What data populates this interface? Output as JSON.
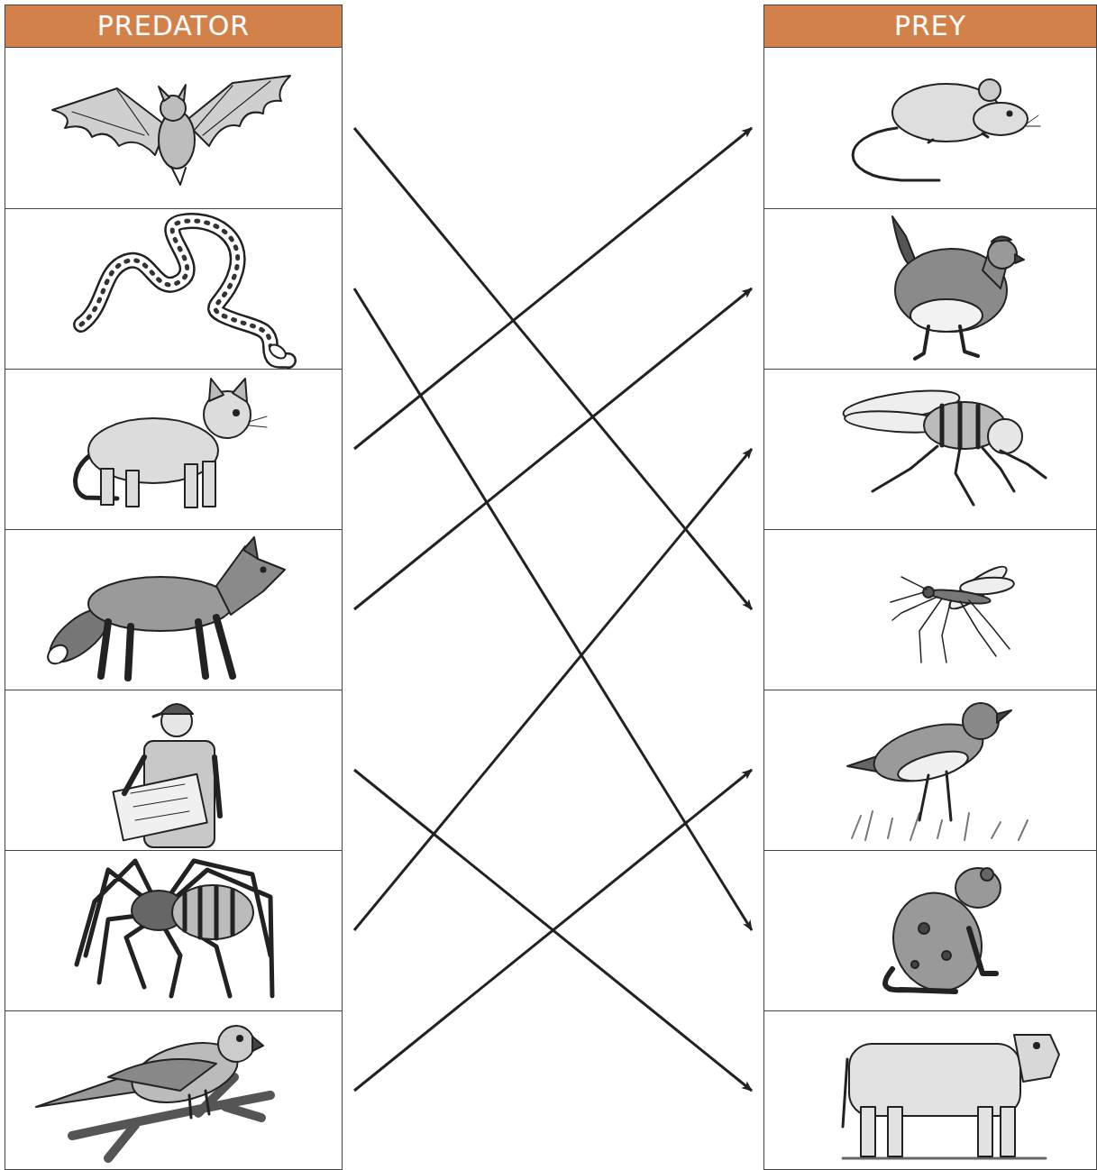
{
  "diagram": {
    "nodes": [
      {
        "text": [
          "PREDATOR"
        ]
      },
      {
        "text": [],
        "in": 0
      },
      {
        "text": [],
        "in": 0
      },
      {
        "text": [],
        "in": 0
      },
      {
        "text": [],
        "in": 0
      },
      {
        "text": [],
        "in": 0
      },
      {
        "text": [],
        "in": 0
      },
      {
        "text": [],
        "in": 0
      },
      {
        "text": [
          "PREY"
        ]
      },
      {
        "text": [],
        "in": 8
      },
      {
        "text": [],
        "in": 8
      },
      {
        "text": [],
        "in": 8
      },
      {
        "text": [],
        "in": 8
      },
      {
        "text": [],
        "in": 8
      },
      {
        "text": [],
        "in": 8
      },
      {
        "text": [],
        "in": 8
      }
    ],
    "edges": [
      {
        "from": 1,
        "to": 12,
        "arrow": "to"
      },
      {
        "from": 2,
        "to": 14,
        "arrow": "to"
      },
      {
        "from": 3,
        "to": 9,
        "arrow": "to"
      },
      {
        "from": 4,
        "to": 10,
        "arrow": "to"
      },
      {
        "from": 5,
        "to": 15,
        "arrow": "to"
      },
      {
        "from": 6,
        "to": 11,
        "arrow": "to"
      },
      {
        "from": 7,
        "to": 13,
        "arrow": "to"
      }
    ]
  }
}
